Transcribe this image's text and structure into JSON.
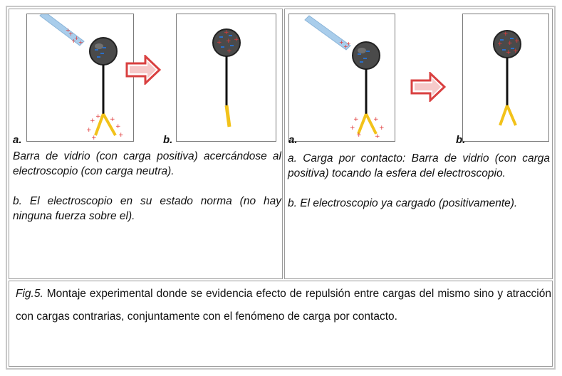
{
  "panel_left": {
    "label_a": "a.",
    "label_b": "b.",
    "text_a": "Barra de vidrio (con carga positiva) acercándose al electroscopio (con carga neutra).",
    "text_b": "b. El electroscopio en su estado norma (no hay ninguna fuerza sobre el)."
  },
  "panel_right": {
    "label_a": "a.",
    "label_b": "b.",
    "text_a": "a. Carga por contacto: Barra de vidrio (con carga positiva) tocando la esfera del electroscopio.",
    "text_b": "b. El electroscopio ya cargado (positivamente)."
  },
  "caption": {
    "fig_label": "Fig.5.",
    "text": " Montaje  experimental donde se evidencia efecto de repulsión entre cargas del mismo sino y atracción con cargas contrarias, conjuntamente con el fenómeno de carga por contacto."
  },
  "colors": {
    "positive_charge": "#e03a3a",
    "negative_charge": "#2a6fc9",
    "leaves": "#f2c21a",
    "glass_rod": "#a9cdeb",
    "arrow_outline": "#d94040"
  }
}
